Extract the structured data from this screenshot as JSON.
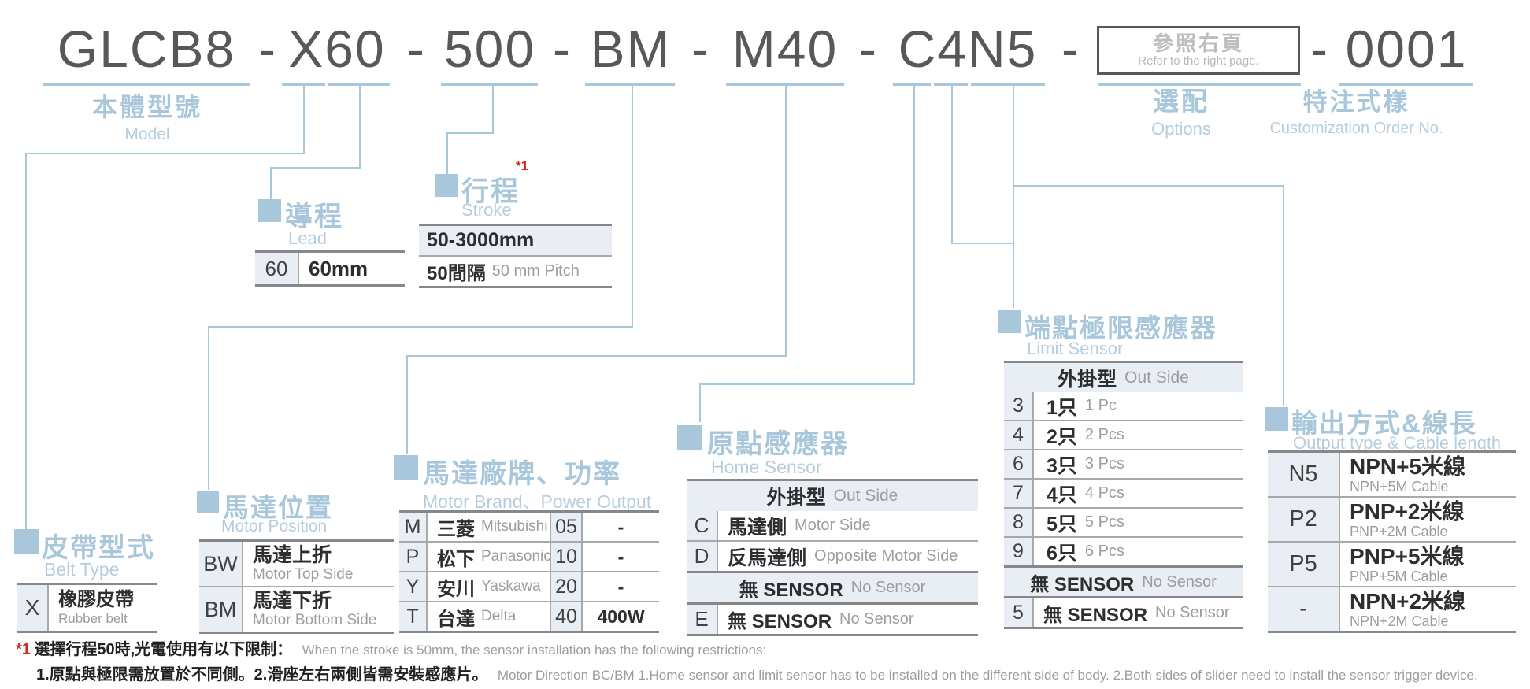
{
  "title": {
    "parts": [
      "GLCB8",
      "X60",
      "500",
      "BM",
      "M40",
      "C4N5"
    ],
    "dash": "-",
    "serial": "0001",
    "box": {
      "zh": "參照右頁",
      "en": "Refer to the right page."
    }
  },
  "model_label": {
    "zh": "本體型號",
    "en": "Model"
  },
  "options_label": {
    "zh": "選配",
    "en": "Options"
  },
  "custom_label": {
    "zh": "特注式樣",
    "en": "Customization Order No."
  },
  "belt": {
    "zh": "皮帶型式",
    "en": "Belt Type",
    "row": {
      "code": "X",
      "zh": "橡膠皮帶",
      "en": "Rubber belt"
    }
  },
  "motor_position": {
    "zh": "馬達位置",
    "en": "Motor Position",
    "rows": [
      {
        "code": "BW",
        "zh": "馬達上折",
        "en": "Motor Top Side"
      },
      {
        "code": "BM",
        "zh": "馬達下折",
        "en": "Motor Bottom Side"
      }
    ]
  },
  "lead": {
    "zh": "導程",
    "en": "Lead",
    "row": {
      "code": "60",
      "value": "60mm"
    }
  },
  "stroke": {
    "zh": "行程",
    "sup": "*1",
    "en": "Stroke",
    "range": "50-3000mm",
    "pitch_zh": "50間隔",
    "pitch_en": "50 mm Pitch"
  },
  "motor_brand": {
    "zh": "馬達廠牌、功率",
    "en": "Motor Brand、Power Output",
    "rows": [
      {
        "code": "M",
        "zh": "三菱",
        "en": "Mitsubishi",
        "pcode": "05",
        "power": "-"
      },
      {
        "code": "P",
        "zh": "松下",
        "en": "Panasonic",
        "pcode": "10",
        "power": "-"
      },
      {
        "code": "Y",
        "zh": "安川",
        "en": "Yaskawa",
        "pcode": "20",
        "power": "-"
      },
      {
        "code": "T",
        "zh": "台達",
        "en": "Delta",
        "pcode": "40",
        "power": "400W"
      }
    ]
  },
  "home_sensor": {
    "zh": "原點感應器",
    "en": "Home Sensor",
    "header_zh": "外掛型",
    "header_en": "Out Side",
    "rows": [
      {
        "code": "C",
        "zh": "馬達側",
        "en": "Motor Side"
      },
      {
        "code": "D",
        "zh": "反馬達側",
        "en": "Opposite Motor Side"
      }
    ],
    "nosensor_zh": "無 SENSOR",
    "nosensor_en": "No Sensor",
    "row_e": {
      "code": "E",
      "zh": "無 SENSOR",
      "en": "No Sensor"
    }
  },
  "limit_sensor": {
    "zh": "端點極限感應器",
    "en": "Limit Sensor",
    "header_zh": "外掛型",
    "header_en": "Out Side",
    "rows": [
      {
        "code": "3",
        "zh": "1只",
        "en": "1 Pc"
      },
      {
        "code": "4",
        "zh": "2只",
        "en": "2 Pcs"
      },
      {
        "code": "6",
        "zh": "3只",
        "en": "3 Pcs"
      },
      {
        "code": "7",
        "zh": "4只",
        "en": "4 Pcs"
      },
      {
        "code": "8",
        "zh": "5只",
        "en": "5 Pcs"
      },
      {
        "code": "9",
        "zh": "6只",
        "en": "6 Pcs"
      }
    ],
    "nosensor_zh": "無 SENSOR",
    "nosensor_en": "No Sensor",
    "row_5": {
      "code": "5",
      "zh": "無 SENSOR",
      "en": "No Sensor"
    }
  },
  "output": {
    "zh": "輸出方式&線長",
    "en": "Output type & Cable length",
    "rows": [
      {
        "code": "N5",
        "zh": "NPN+5米線",
        "en": "NPN+5M Cable"
      },
      {
        "code": "P2",
        "zh": "PNP+2米線",
        "en": "PNP+2M Cable"
      },
      {
        "code": "P5",
        "zh": "PNP+5米線",
        "en": "PNP+5M Cable"
      },
      {
        "code": "-",
        "zh": "NPN+2米線",
        "en": "NPN+2M Cable"
      }
    ]
  },
  "footnote": {
    "ref": "*1",
    "line1_zh": "選擇行程50時,光電使用有以下限制：",
    "line1_en": "When the stroke is 50mm, the sensor installation has  the following restrictions:",
    "line2_zh": "1.原點與極限需放置於不同側。2.滑座左右兩側皆需安裝感應片。",
    "line2_en": "Motor Direction BC/BM 1.Home sensor and limit sensor has to be installed on the different side of body.  2.Both sides of slider need to install the sensor trigger device."
  },
  "colors": {
    "accent": "#a9c7db",
    "title_text": "#57585a",
    "table_border": "#85878a",
    "shade": "#e8eef3",
    "red": "#d4281e",
    "gray_text": "#9b9da0"
  }
}
